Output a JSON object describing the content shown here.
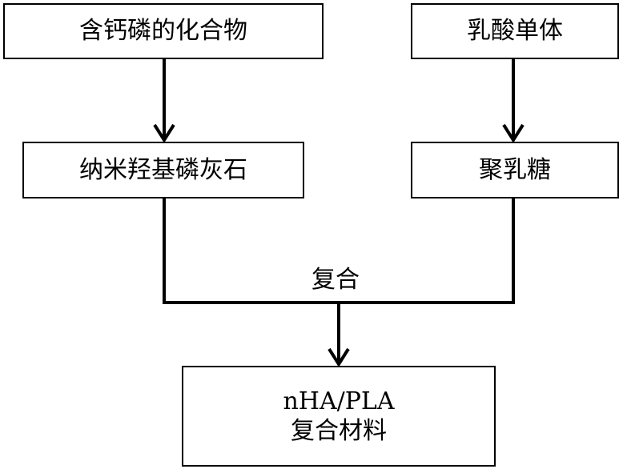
{
  "diagram": {
    "nodes": {
      "calcium_phosphorus_compound": "含钙磷的化合物",
      "lactic_acid_monomer": "乳酸单体",
      "nano_hydroxyapatite": "纳米羟基磷灰石",
      "polylactic_acid": "聚乳糖",
      "composite_line1": "nHA/PLA",
      "composite_line2": "复合材料"
    },
    "edges": {
      "combine_label": "复合"
    }
  }
}
